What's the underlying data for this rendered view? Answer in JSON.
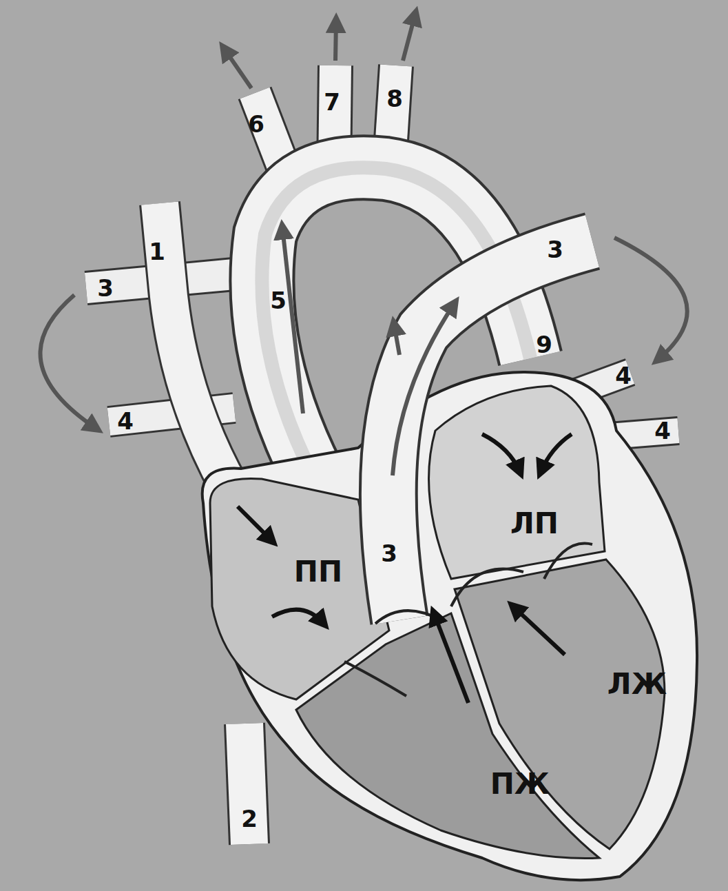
{
  "diagram": {
    "labels": [
      "6",
      "7",
      "8",
      "1",
      "3",
      "3",
      "5",
      "9",
      "4",
      "4",
      "4",
      "ЛП",
      "ПП",
      "3",
      "ЛЖ",
      "ПЖ",
      "2"
    ]
  }
}
